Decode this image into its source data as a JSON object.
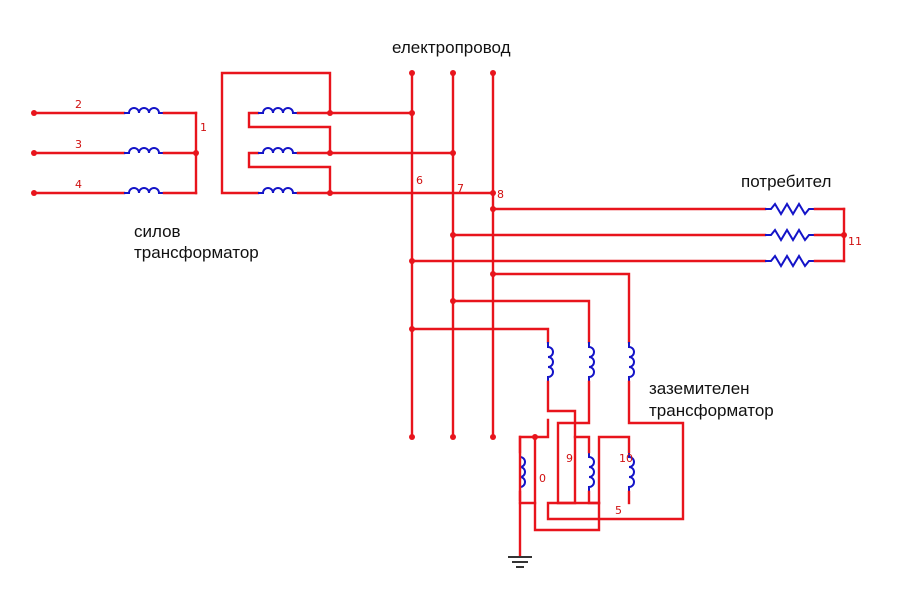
{
  "labels": {
    "power_line": "електропровод",
    "power_transformer_line1": "силов",
    "power_transformer_line2": "трансформатор",
    "consumer": "потребител",
    "grounding_transformer_line1": "заземителен",
    "grounding_transformer_line2": "трансформатор"
  },
  "nodes": {
    "n0": "0",
    "n1": "1",
    "n2": "2",
    "n3": "3",
    "n4": "4",
    "n5": "5",
    "n6": "6",
    "n7": "7",
    "n8": "8",
    "n9": "9",
    "n10": "10",
    "n11": "11"
  },
  "colors": {
    "wire": "#e8141c",
    "coil": "#1414c8",
    "node_label": "#d01010"
  }
}
